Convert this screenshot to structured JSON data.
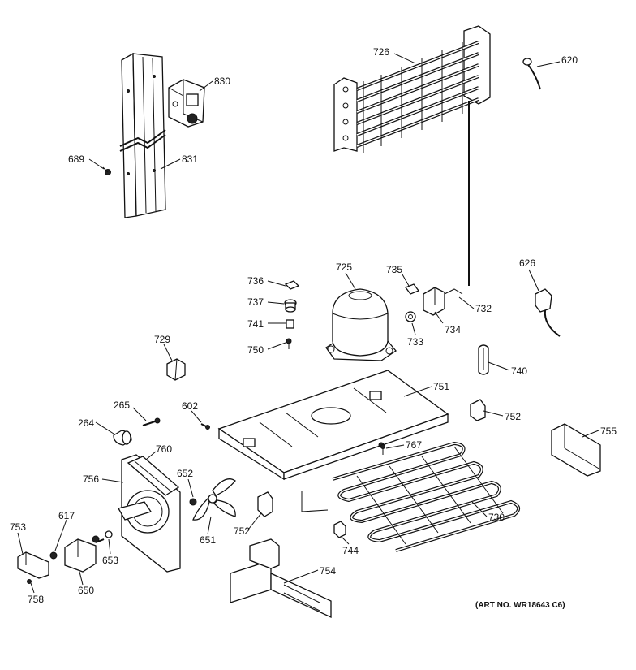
{
  "diagram": {
    "art_number": "(ART NO. WR18643 C6)",
    "callouts": [
      {
        "id": "p830",
        "label": "830"
      },
      {
        "id": "p831",
        "label": "831"
      },
      {
        "id": "p689",
        "label": "689"
      },
      {
        "id": "p726",
        "label": "726"
      },
      {
        "id": "p620",
        "label": "620"
      },
      {
        "id": "p736",
        "label": "736"
      },
      {
        "id": "p737",
        "label": "737"
      },
      {
        "id": "p741",
        "label": "741"
      },
      {
        "id": "p750",
        "label": "750"
      },
      {
        "id": "p725",
        "label": "725"
      },
      {
        "id": "p735",
        "label": "735"
      },
      {
        "id": "p732",
        "label": "732"
      },
      {
        "id": "p734",
        "label": "734"
      },
      {
        "id": "p733",
        "label": "733"
      },
      {
        "id": "p626",
        "label": "626"
      },
      {
        "id": "p729",
        "label": "729"
      },
      {
        "id": "p740",
        "label": "740"
      },
      {
        "id": "p751",
        "label": "751"
      },
      {
        "id": "p265",
        "label": "265"
      },
      {
        "id": "p602",
        "label": "602"
      },
      {
        "id": "p264",
        "label": "264"
      },
      {
        "id": "p752a",
        "label": "752"
      },
      {
        "id": "p755",
        "label": "755"
      },
      {
        "id": "p767",
        "label": "767"
      },
      {
        "id": "p760",
        "label": "760"
      },
      {
        "id": "p756",
        "label": "756"
      },
      {
        "id": "p652",
        "label": "652"
      },
      {
        "id": "p730",
        "label": "730"
      },
      {
        "id": "p753",
        "label": "753"
      },
      {
        "id": "p617",
        "label": "617"
      },
      {
        "id": "p752b",
        "label": "752"
      },
      {
        "id": "p651",
        "label": "651"
      },
      {
        "id": "p653",
        "label": "653"
      },
      {
        "id": "p744",
        "label": "744"
      },
      {
        "id": "p754",
        "label": "754"
      },
      {
        "id": "p650",
        "label": "650"
      },
      {
        "id": "p758",
        "label": "758"
      }
    ]
  }
}
